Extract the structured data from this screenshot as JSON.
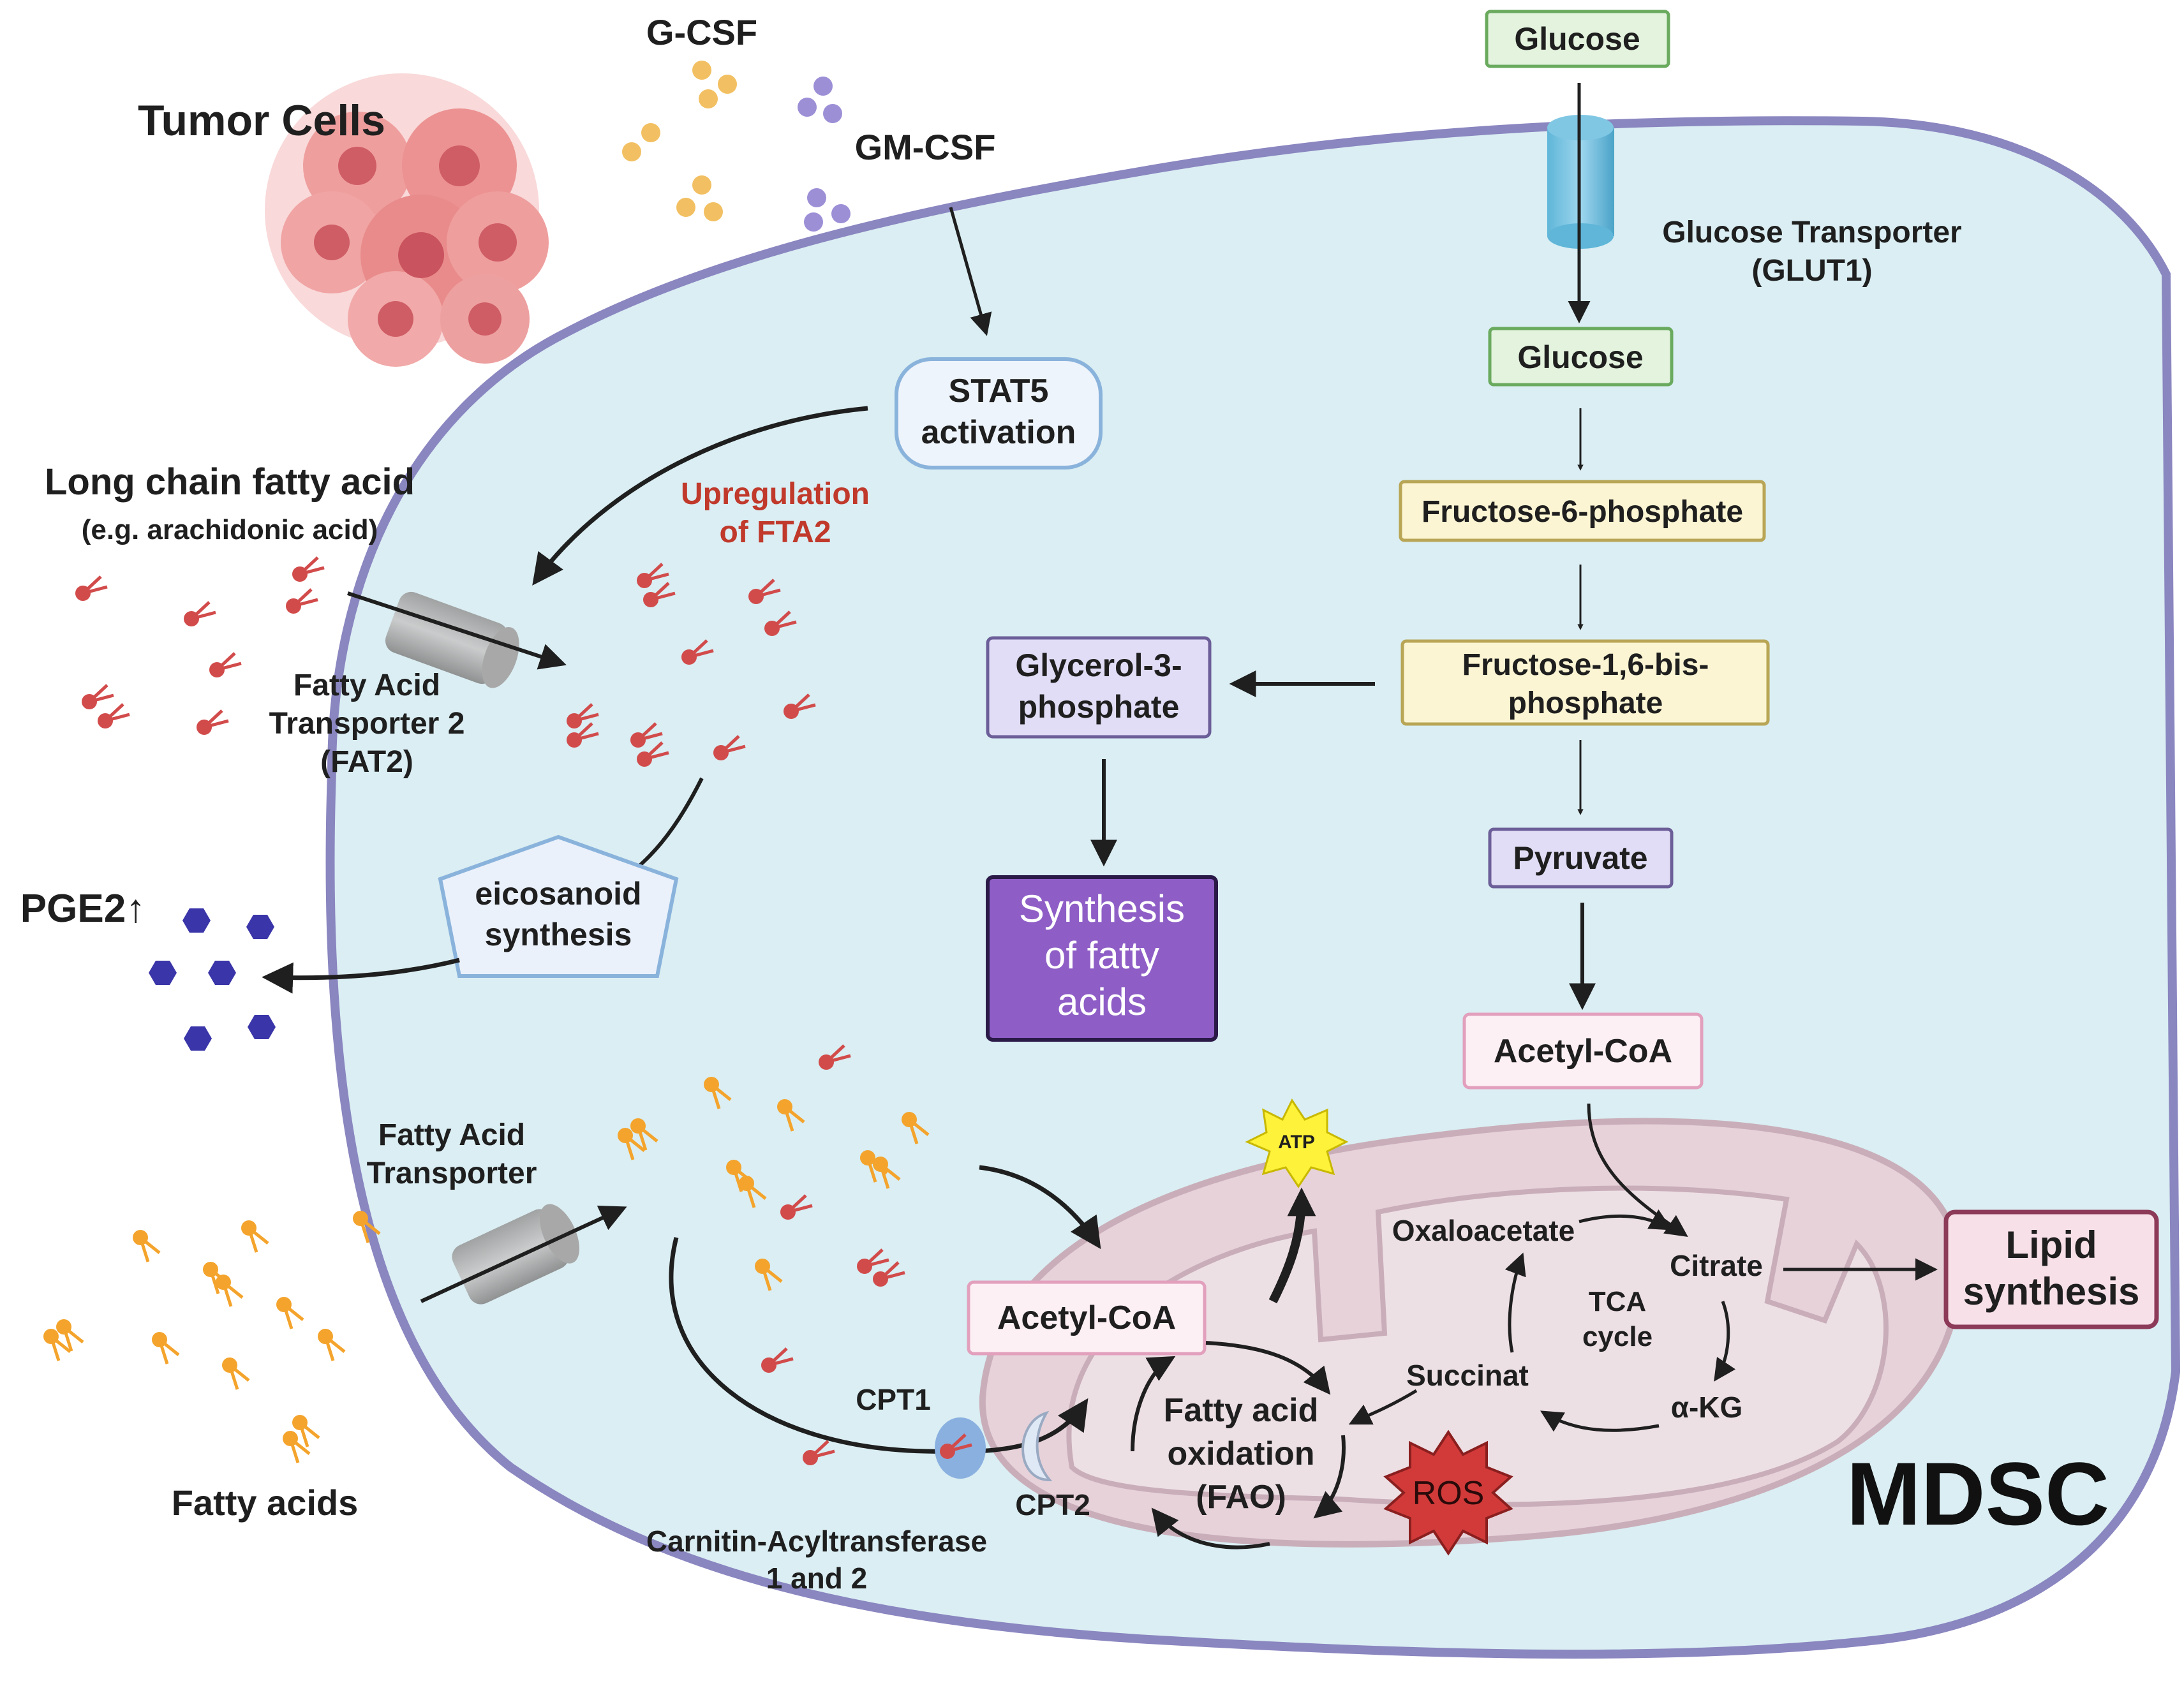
{
  "external": {
    "tumor_cells": "Tumor Cells",
    "g_csf": "G-CSF",
    "gm_csf": "GM-CSF",
    "long_chain_title": "Long chain fatty acid",
    "long_chain_example": "(e.g. arachidonic acid)",
    "fat2_line1": "Fatty Acid",
    "fat2_line2": "Transporter 2",
    "fat2_line3": "(FAT2)",
    "pge2": "PGE2↑",
    "fa_transporter_line1": "Fatty Acid",
    "fa_transporter_line2": "Transporter",
    "fatty_acids": "Fatty acids",
    "cpt_caption_line1": "Carnitin-Acyltransferase",
    "cpt_caption_line2": "1 and 2",
    "glucose_outside": "Glucose",
    "glut1_line1": "Glucose Transporter",
    "glut1_line2": "(GLUT1)",
    "lipid_synthesis_line1": "Lipid",
    "lipid_synthesis_line2": "synthesis"
  },
  "cell": {
    "name": "MDSC",
    "stat5_line1": "STAT5",
    "stat5_line2": "activation",
    "upregulation_line1": "Upregulation",
    "upregulation_line2": "of FTA2",
    "eicosanoid_line1": "eicosanoid",
    "eicosanoid_line2": "synthesis",
    "glucose_inside": "Glucose",
    "f6p": "Fructose-6-phosphate",
    "f16bp_line1": "Fructose-1,6-bis-",
    "f16bp_line2": "phosphate",
    "g3p_line1": "Glycerol-3-",
    "g3p_line2": "phosphate",
    "synthesis_line1": "Synthesis",
    "synthesis_line2": "of fatty",
    "synthesis_line3": "acids",
    "pyruvate": "Pyruvate",
    "acetyl_coa_top": "Acetyl-CoA",
    "atp": "ATP",
    "acetyl_coa_mito": "Acetyl-CoA",
    "cpt1": "CPT1",
    "cpt2": "CPT2",
    "fao_line1": "Fatty acid",
    "fao_line2": "oxidation",
    "fao_line3": "(FAO)",
    "ros": "ROS",
    "oxaloacetate": "Oxaloacetate",
    "citrate": "Citrate",
    "tca_line1": "TCA",
    "tca_line2": "cycle",
    "succinat": "Succinat",
    "akg": "α-KG"
  },
  "colors": {
    "cell_fill": "#daeef3",
    "cell_border": "#8a86c0",
    "glucose_box": "#e3f3de",
    "glucose_border": "#6aaa5e",
    "sugar_box": "#fbf5d3",
    "sugar_border": "#b8a555",
    "lavender_box": "#e2ddf6",
    "lavender_border": "#6c5e98",
    "synthesis_fill": "#8e5ec6",
    "pink_box": "#fdf0f5",
    "pink_border": "#e2a0bd",
    "lipid_box": "#f8e0e8",
    "lipid_border": "#8c3a58",
    "upregulation_text": "#c0392b",
    "mito_fill": "#e7d2da",
    "fatty_acid_red": "#d24b4b",
    "fatty_acid_orange": "#f4a42c",
    "pge2_hex": "#3a35a8",
    "ros_red": "#d23a3a",
    "atp_yellow": "#fff23a"
  },
  "icons": [
    "tumor-cell-cluster-icon",
    "g-csf-particle-icon",
    "gm-csf-particle-icon",
    "transporter-channel-icon",
    "fatty-acid-molecule-icon",
    "pge2-hexagon-icon",
    "atp-burst-icon",
    "ros-burst-icon",
    "mitochondrion-icon",
    "cpt1-protein-icon",
    "cpt2-protein-icon"
  ]
}
